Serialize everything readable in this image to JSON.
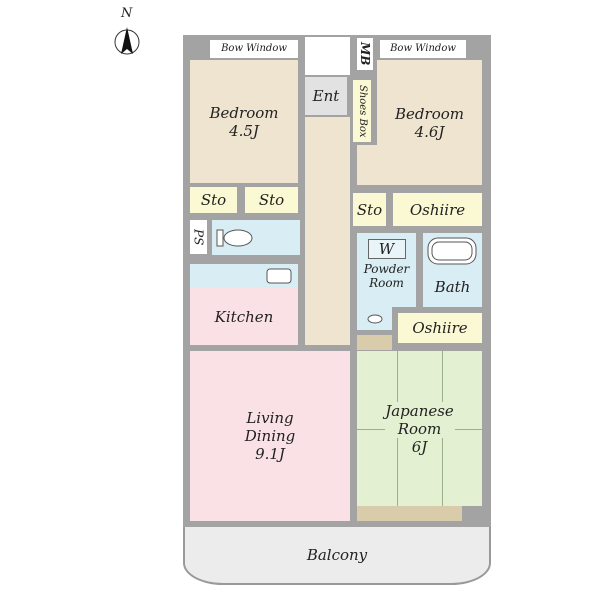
{
  "compass": {
    "label": "N",
    "icon": "north-arrow-icon"
  },
  "rooms": {
    "bow_window_left": "Bow Window",
    "bow_window_right": "Bow Window",
    "bedroom_left": {
      "name": "Bedroom",
      "size": "4.5J"
    },
    "bedroom_right": {
      "name": "Bedroom",
      "size": "4.6J"
    },
    "entrance": "Ent",
    "mb": "MB",
    "shoes_box": "Shoes Box",
    "sto_1": "Sto",
    "sto_2": "Sto",
    "sto_3": "Sto",
    "oshiire_1": "Oshiire",
    "oshiire_2": "Oshiire",
    "ps": "PS",
    "washer": "W",
    "powder_room": "Powder Room",
    "bath": "Bath",
    "kitchen": "Kitchen",
    "living_dining": {
      "name": "Living Dining",
      "size": "9.1J"
    },
    "japanese_room": {
      "name": "Japanese Room",
      "size": "6J"
    },
    "balcony": "Balcony"
  },
  "colors": {
    "wall": "#a3a3a3",
    "bedroom": "#efe4cf",
    "storage": "#fbf8d4",
    "wet_area": "#d8eef4",
    "living": "#f9e1e5",
    "japanese": "#e4f0d2"
  }
}
